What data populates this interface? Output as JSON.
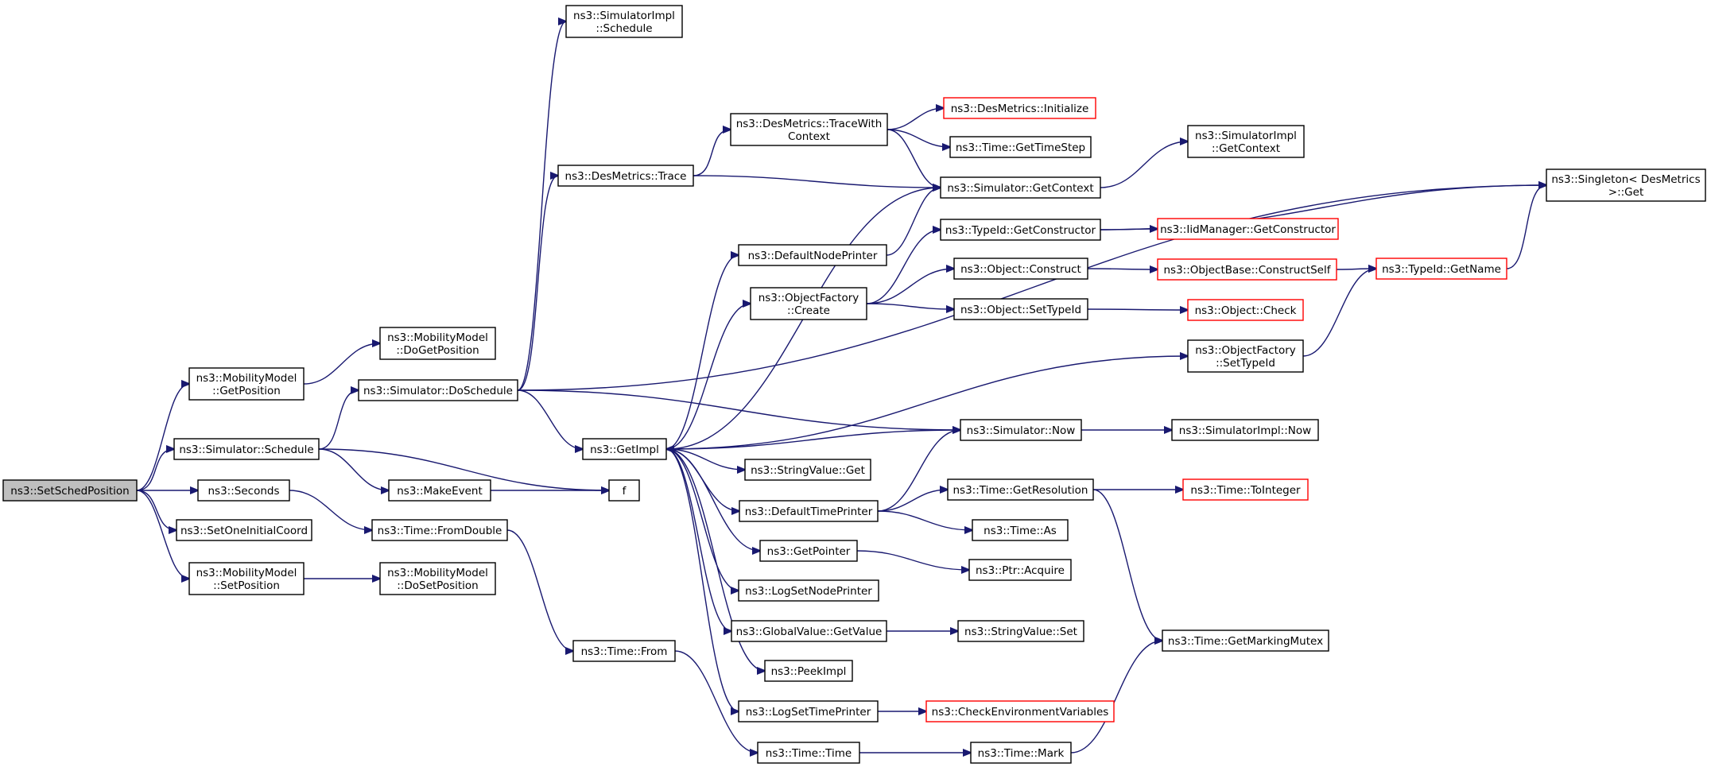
{
  "graph": {
    "edge_color": "#191970",
    "truncated_border_color": "#ff0000",
    "root_fill": "#bfbfbf",
    "nodes": [
      {
        "id": "root",
        "lines": [
          "ns3::SetSchedPosition"
        ],
        "root": true
      },
      {
        "id": "mm_getpos",
        "lines": [
          "ns3::MobilityModel",
          "::GetPosition"
        ]
      },
      {
        "id": "sim_schedule",
        "lines": [
          "ns3::Simulator::Schedule"
        ]
      },
      {
        "id": "seconds",
        "lines": [
          "ns3::Seconds"
        ]
      },
      {
        "id": "setoneinit",
        "lines": [
          "ns3::SetOneInitialCoord"
        ]
      },
      {
        "id": "mm_setpos",
        "lines": [
          "ns3::MobilityModel",
          "::SetPosition"
        ]
      },
      {
        "id": "mm_dogetpos",
        "lines": [
          "ns3::MobilityModel",
          "::DoGetPosition"
        ]
      },
      {
        "id": "sim_doschedule",
        "lines": [
          "ns3::Simulator::DoSchedule"
        ]
      },
      {
        "id": "makeevent",
        "lines": [
          "ns3::MakeEvent"
        ]
      },
      {
        "id": "fromdouble",
        "lines": [
          "ns3::Time::FromDouble"
        ]
      },
      {
        "id": "mm_dosetpos",
        "lines": [
          "ns3::MobilityModel",
          "::DoSetPosition"
        ]
      },
      {
        "id": "simimpl_sched",
        "lines": [
          "ns3::SimulatorImpl",
          "::Schedule"
        ]
      },
      {
        "id": "desm_trace",
        "lines": [
          "ns3::DesMetrics::Trace"
        ]
      },
      {
        "id": "getimpl",
        "lines": [
          "ns3::GetImpl"
        ]
      },
      {
        "id": "f",
        "lines": [
          "f"
        ]
      },
      {
        "id": "time_from",
        "lines": [
          "ns3::Time::From"
        ]
      },
      {
        "id": "desm_tracewith",
        "lines": [
          "ns3::DesMetrics::TraceWith",
          "Context"
        ]
      },
      {
        "id": "defnodeprinter",
        "lines": [
          "ns3::DefaultNodePrinter"
        ]
      },
      {
        "id": "objfact_create",
        "lines": [
          "ns3::ObjectFactory",
          "::Create"
        ]
      },
      {
        "id": "stringvalue_get",
        "lines": [
          "ns3::StringValue::Get"
        ]
      },
      {
        "id": "deftimeprinter",
        "lines": [
          "ns3::DefaultTimePrinter"
        ]
      },
      {
        "id": "getpointer",
        "lines": [
          "ns3::GetPointer"
        ]
      },
      {
        "id": "logsetnodeprinter",
        "lines": [
          "ns3::LogSetNodePrinter"
        ]
      },
      {
        "id": "globalvalue_getvalue",
        "lines": [
          "ns3::GlobalValue::GetValue"
        ]
      },
      {
        "id": "peekimpl",
        "lines": [
          "ns3::PeekImpl"
        ]
      },
      {
        "id": "logsettimeprinter",
        "lines": [
          "ns3::LogSetTimePrinter"
        ]
      },
      {
        "id": "time_time",
        "lines": [
          "ns3::Time::Time"
        ]
      },
      {
        "id": "desm_init",
        "lines": [
          "ns3::DesMetrics::Initialize"
        ],
        "truncated": true
      },
      {
        "id": "time_gettimestep",
        "lines": [
          "ns3::Time::GetTimeStep"
        ]
      },
      {
        "id": "sim_getcontext",
        "lines": [
          "ns3::Simulator::GetContext"
        ]
      },
      {
        "id": "typeid_getctor",
        "lines": [
          "ns3::TypeId::GetConstructor"
        ]
      },
      {
        "id": "obj_construct",
        "lines": [
          "ns3::Object::Construct"
        ]
      },
      {
        "id": "obj_settypeid",
        "lines": [
          "ns3::Object::SetTypeId"
        ]
      },
      {
        "id": "sim_now",
        "lines": [
          "ns3::Simulator::Now"
        ]
      },
      {
        "id": "time_getres",
        "lines": [
          "ns3::Time::GetResolution"
        ]
      },
      {
        "id": "time_as",
        "lines": [
          "ns3::Time::As"
        ]
      },
      {
        "id": "ptr_acquire",
        "lines": [
          "ns3::Ptr::Acquire"
        ]
      },
      {
        "id": "stringvalue_set",
        "lines": [
          "ns3::StringValue::Set"
        ]
      },
      {
        "id": "checkenv",
        "lines": [
          "ns3::CheckEnvironmentVariables"
        ],
        "truncated": true
      },
      {
        "id": "time_mark",
        "lines": [
          "ns3::Time::Mark"
        ]
      },
      {
        "id": "simimpl_getctx",
        "lines": [
          "ns3::SimulatorImpl",
          "::GetContext"
        ]
      },
      {
        "id": "iidmgr_getctor",
        "lines": [
          "ns3::IidManager::GetConstructor"
        ],
        "truncated": true
      },
      {
        "id": "objbase_constructself",
        "lines": [
          "ns3::ObjectBase::ConstructSelf"
        ],
        "truncated": true
      },
      {
        "id": "obj_check",
        "lines": [
          "ns3::Object::Check"
        ],
        "truncated": true
      },
      {
        "id": "objfact_settypeid",
        "lines": [
          "ns3::ObjectFactory",
          "::SetTypeId"
        ]
      },
      {
        "id": "simimpl_now",
        "lines": [
          "ns3::SimulatorImpl::Now"
        ]
      },
      {
        "id": "time_tointeger",
        "lines": [
          "ns3::Time::ToInteger"
        ],
        "truncated": true
      },
      {
        "id": "time_getmarkingmutex",
        "lines": [
          "ns3::Time::GetMarkingMutex"
        ]
      },
      {
        "id": "singleton_get",
        "lines": [
          "ns3::Singleton< DesMetrics",
          ">::Get"
        ]
      },
      {
        "id": "typeid_getname",
        "lines": [
          "ns3::TypeId::GetName"
        ],
        "truncated": true
      }
    ],
    "edges": [
      [
        "root",
        "mm_getpos"
      ],
      [
        "root",
        "sim_schedule"
      ],
      [
        "root",
        "seconds"
      ],
      [
        "root",
        "setoneinit"
      ],
      [
        "root",
        "mm_setpos"
      ],
      [
        "mm_getpos",
        "mm_dogetpos"
      ],
      [
        "sim_schedule",
        "sim_doschedule"
      ],
      [
        "sim_schedule",
        "makeevent"
      ],
      [
        "sim_schedule",
        "f"
      ],
      [
        "seconds",
        "fromdouble"
      ],
      [
        "mm_setpos",
        "mm_dosetpos"
      ],
      [
        "sim_doschedule",
        "simimpl_sched"
      ],
      [
        "sim_doschedule",
        "desm_trace"
      ],
      [
        "sim_doschedule",
        "singleton_get"
      ],
      [
        "sim_doschedule",
        "getimpl"
      ],
      [
        "sim_doschedule",
        "sim_now"
      ],
      [
        "makeevent",
        "f"
      ],
      [
        "fromdouble",
        "time_from"
      ],
      [
        "desm_trace",
        "desm_tracewith"
      ],
      [
        "desm_trace",
        "sim_getcontext"
      ],
      [
        "getimpl",
        "sim_getcontext"
      ],
      [
        "getimpl",
        "defnodeprinter"
      ],
      [
        "getimpl",
        "objfact_create"
      ],
      [
        "getimpl",
        "objfact_settypeid"
      ],
      [
        "getimpl",
        "stringvalue_get"
      ],
      [
        "getimpl",
        "deftimeprinter"
      ],
      [
        "getimpl",
        "getpointer"
      ],
      [
        "getimpl",
        "logsetnodeprinter"
      ],
      [
        "getimpl",
        "globalvalue_getvalue"
      ],
      [
        "getimpl",
        "peekimpl"
      ],
      [
        "getimpl",
        "logsettimeprinter"
      ],
      [
        "time_from",
        "time_time"
      ],
      [
        "desm_tracewith",
        "desm_init"
      ],
      [
        "desm_tracewith",
        "time_gettimestep"
      ],
      [
        "desm_tracewith",
        "sim_getcontext"
      ],
      [
        "defnodeprinter",
        "sim_getcontext"
      ],
      [
        "objfact_create",
        "typeid_getctor"
      ],
      [
        "objfact_create",
        "obj_construct"
      ],
      [
        "objfact_create",
        "obj_settypeid"
      ],
      [
        "deftimeprinter",
        "sim_now"
      ],
      [
        "deftimeprinter",
        "time_getres"
      ],
      [
        "deftimeprinter",
        "time_as"
      ],
      [
        "getpointer",
        "ptr_acquire"
      ],
      [
        "globalvalue_getvalue",
        "stringvalue_set"
      ],
      [
        "logsettimeprinter",
        "checkenv"
      ],
      [
        "time_time",
        "time_mark"
      ],
      [
        "sim_getcontext",
        "simimpl_getctx"
      ],
      [
        "typeid_getctor",
        "singleton_get"
      ],
      [
        "typeid_getctor",
        "iidmgr_getctor"
      ],
      [
        "obj_construct",
        "objbase_constructself"
      ],
      [
        "obj_settypeid",
        "obj_check"
      ],
      [
        "sim_now",
        "getimpl"
      ],
      [
        "sim_now",
        "simimpl_now"
      ],
      [
        "time_getres",
        "time_tointeger"
      ],
      [
        "time_getres",
        "time_getmarkingmutex"
      ],
      [
        "time_mark",
        "time_getmarkingmutex"
      ],
      [
        "objbase_constructself",
        "typeid_getname"
      ],
      [
        "objfact_settypeid",
        "typeid_getname"
      ],
      [
        "typeid_getname",
        "singleton_get"
      ]
    ]
  }
}
